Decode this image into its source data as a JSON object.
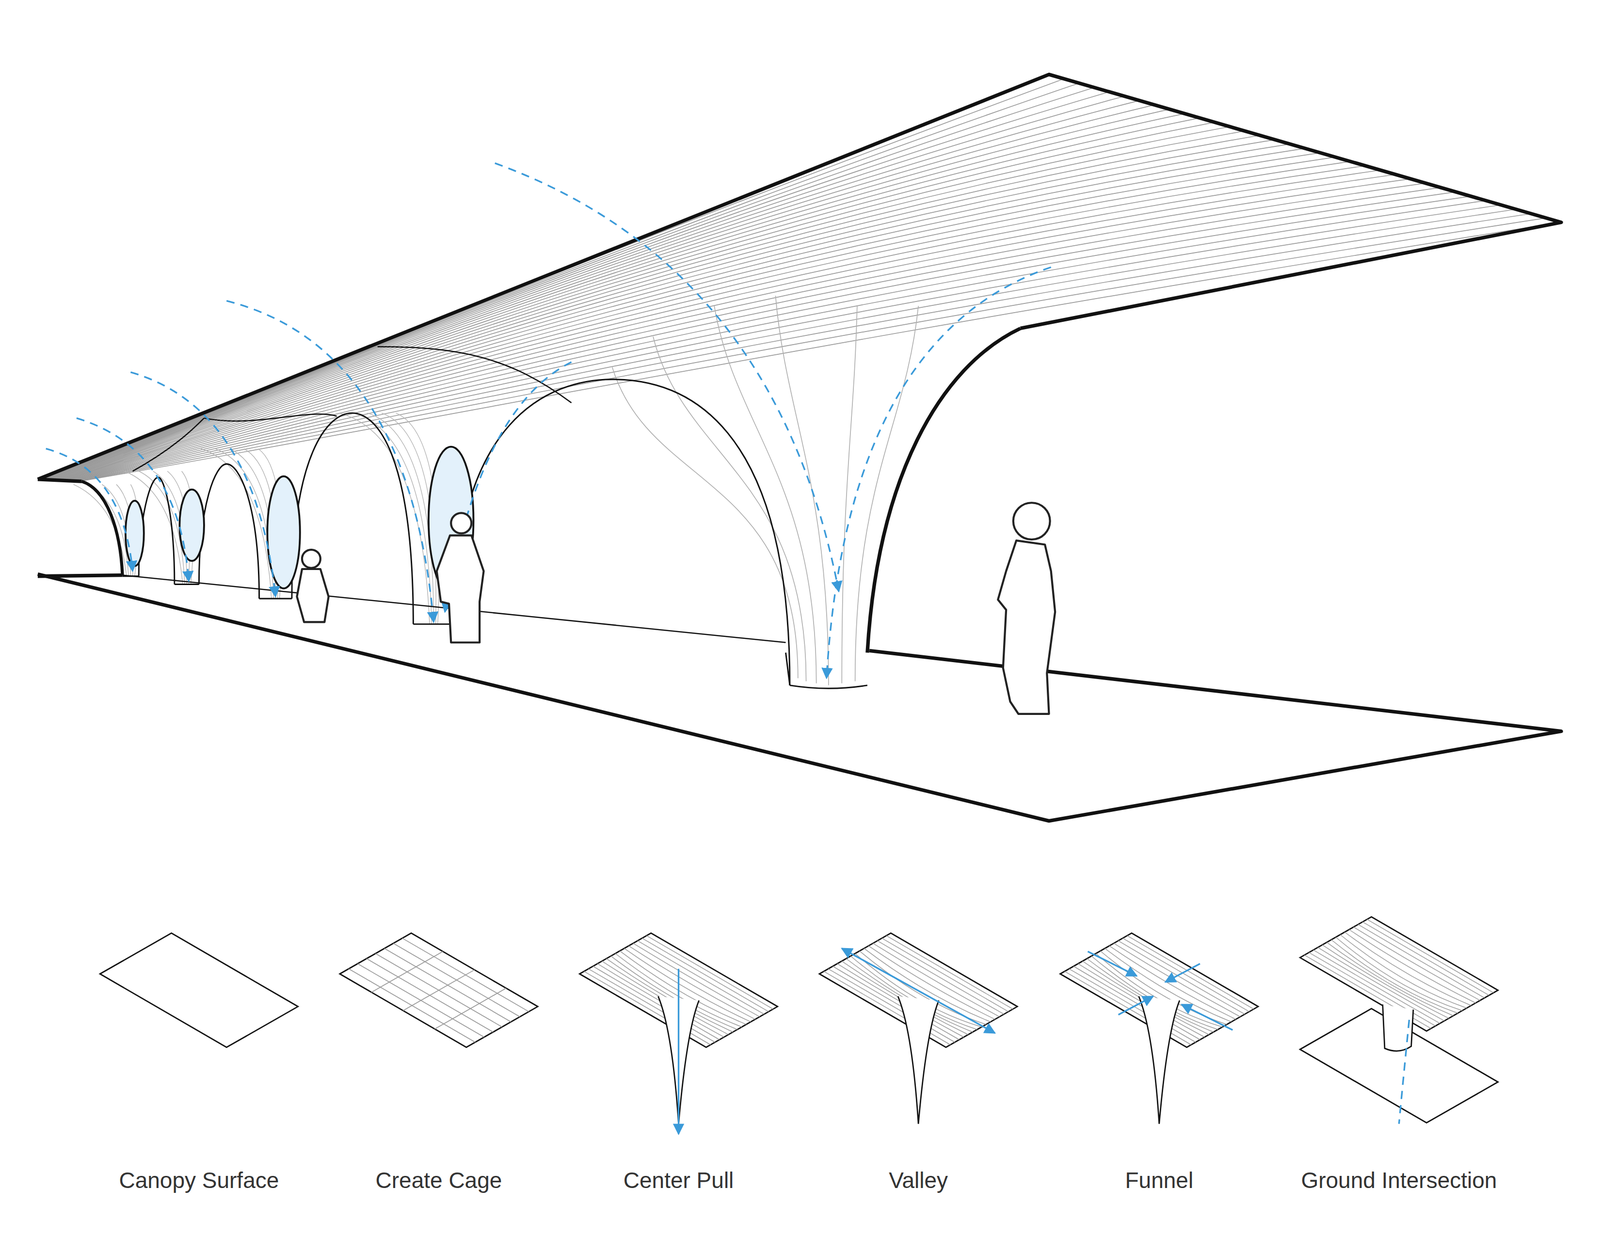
{
  "diagram": {
    "labels": [
      "Canopy Surface",
      "Create Cage",
      "Center Pull",
      "Valley",
      "Funnel",
      "Ground Intersection"
    ]
  }
}
